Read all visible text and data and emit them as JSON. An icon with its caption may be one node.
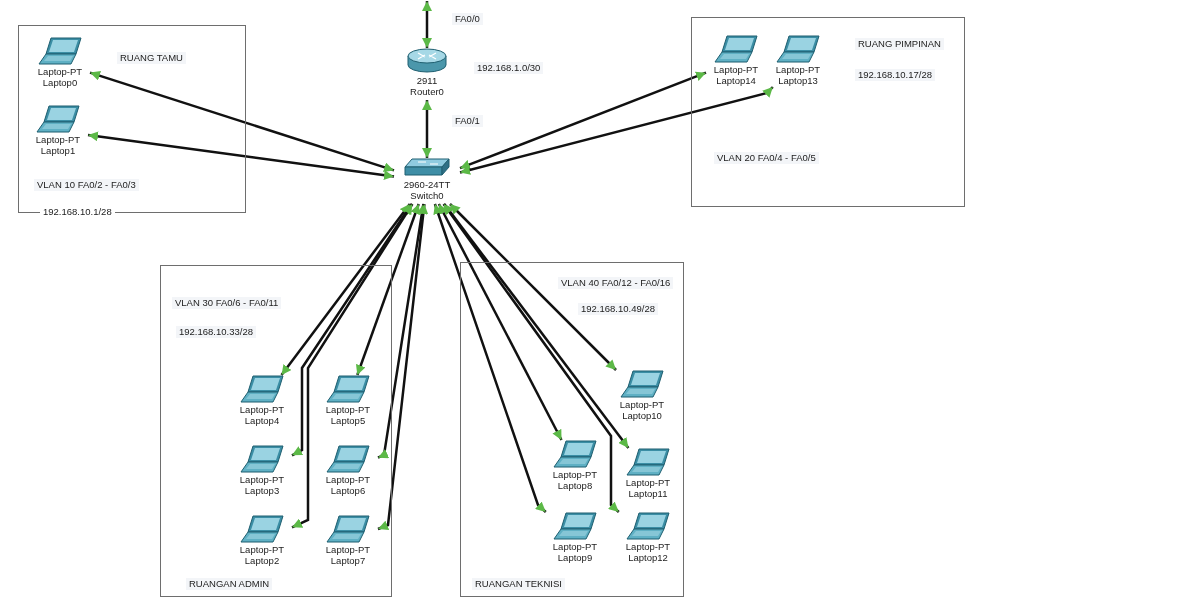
{
  "diagram": {
    "nodes": [
      {
        "text": [
          "RUANG TAMU",
          "VLAN 10 FA0/2 - FA0/3",
          "192.168.10.1/28"
        ]
      },
      {
        "text": [
          "Laptop-PT",
          "Laptop0"
        ],
        "in": 0
      },
      {
        "text": [
          "Laptop-PT",
          "Laptop1"
        ],
        "in": 0
      },
      {
        "text": [
          "2911",
          "Router0"
        ]
      },
      {
        "text": [
          "2960-24TT",
          "Switch0"
        ]
      },
      {
        "text": [
          "RUANG PIMPINAN",
          "192.168.10.17/28",
          "VLAN 20 FA0/4 - FA0/5"
        ]
      },
      {
        "text": [
          "Laptop-PT",
          "Laptop14"
        ],
        "in": 5
      },
      {
        "text": [
          "Laptop-PT",
          "Laptop13"
        ],
        "in": 5
      },
      {
        "text": [
          "VLAN 30 FA0/6 - FA0/11",
          "192.168.10.33/28",
          "RUANGAN ADMIN"
        ]
      },
      {
        "text": [
          "Laptop-PT",
          "Laptop4"
        ],
        "in": 8
      },
      {
        "text": [
          "Laptop-PT",
          "Laptop5"
        ],
        "in": 8
      },
      {
        "text": [
          "Laptop-PT",
          "Laptop3"
        ],
        "in": 8
      },
      {
        "text": [
          "Laptop-PT",
          "Laptop6"
        ],
        "in": 8
      },
      {
        "text": [
          "Laptop-PT",
          "Laptop2"
        ],
        "in": 8
      },
      {
        "text": [
          "Laptop-PT",
          "Laptop7"
        ],
        "in": 8
      },
      {
        "text": [
          "VLAN 40 FA0/12 - FA0/16",
          "192.168.10.49/28",
          "RUANGAN TEKNISI"
        ]
      },
      {
        "text": [
          "Laptop-PT",
          "Laptop10"
        ],
        "in": 15
      },
      {
        "text": [
          "Laptop-PT",
          "Laptop8"
        ],
        "in": 15
      },
      {
        "text": [
          "Laptop-PT",
          "Laptop11"
        ],
        "in": 15
      },
      {
        "text": [
          "Laptop-PT",
          "Laptop9"
        ],
        "in": 15
      },
      {
        "text": [
          "Laptop-PT",
          "Laptop12"
        ],
        "in": 15
      }
    ],
    "edges": [
      {
        "from": 3,
        "to": null,
        "arrow": "both"
      },
      {
        "from": 4,
        "to": 3,
        "arrow": "both"
      },
      {
        "from": 4,
        "to": 1,
        "arrow": "both"
      },
      {
        "from": 4,
        "to": 2,
        "arrow": "both"
      },
      {
        "from": 4,
        "to": 6,
        "arrow": "both"
      },
      {
        "from": 4,
        "to": 7,
        "arrow": "both"
      },
      {
        "from": 4,
        "to": 9,
        "arrow": "both"
      },
      {
        "from": 4,
        "to": 10,
        "arrow": "both"
      },
      {
        "from": 4,
        "to": 11,
        "arrow": "both"
      },
      {
        "from": 4,
        "to": 12,
        "arrow": "both"
      },
      {
        "from": 4,
        "to": 13,
        "arrow": "both"
      },
      {
        "from": 4,
        "to": 14,
        "arrow": "both"
      },
      {
        "from": 4,
        "to": 16,
        "arrow": "both"
      },
      {
        "from": 4,
        "to": 17,
        "arrow": "both"
      },
      {
        "from": 4,
        "to": 18,
        "arrow": "both"
      },
      {
        "from": 4,
        "to": 19,
        "arrow": "both"
      },
      {
        "from": 4,
        "to": 20,
        "arrow": "both"
      }
    ],
    "labels": [
      "FA0/0",
      "192.168.1.0/30",
      "FA0/1"
    ]
  }
}
